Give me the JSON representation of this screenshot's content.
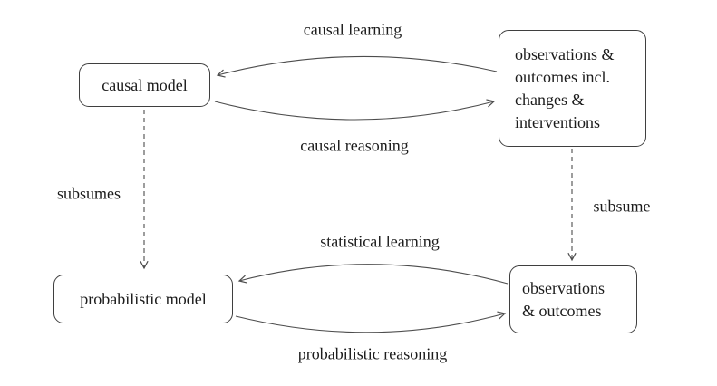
{
  "diagram": {
    "boxes": {
      "causal_model": {
        "label": "causal model"
      },
      "observations_full": {
        "lines": [
          "observations &",
          "outcomes incl.",
          "changes &",
          "interventions"
        ]
      },
      "probabilistic_model": {
        "label": "probabilistic model"
      },
      "observations_outcomes": {
        "lines": [
          "observations",
          "& outcomes"
        ]
      }
    },
    "edge_labels": {
      "causal_learning": "causal learning",
      "causal_reasoning": "causal reasoning",
      "statistical_learning": "statistical learning",
      "probabilistic_reasoning": "probabilistic reasoning",
      "subsumes_left": "subsumes",
      "subsume_right": "subsume"
    },
    "colors": {
      "background": "#ffffff",
      "line": "#4d4d4d",
      "box_border": "#3f3f3f",
      "text": "#1c1c1c"
    }
  }
}
